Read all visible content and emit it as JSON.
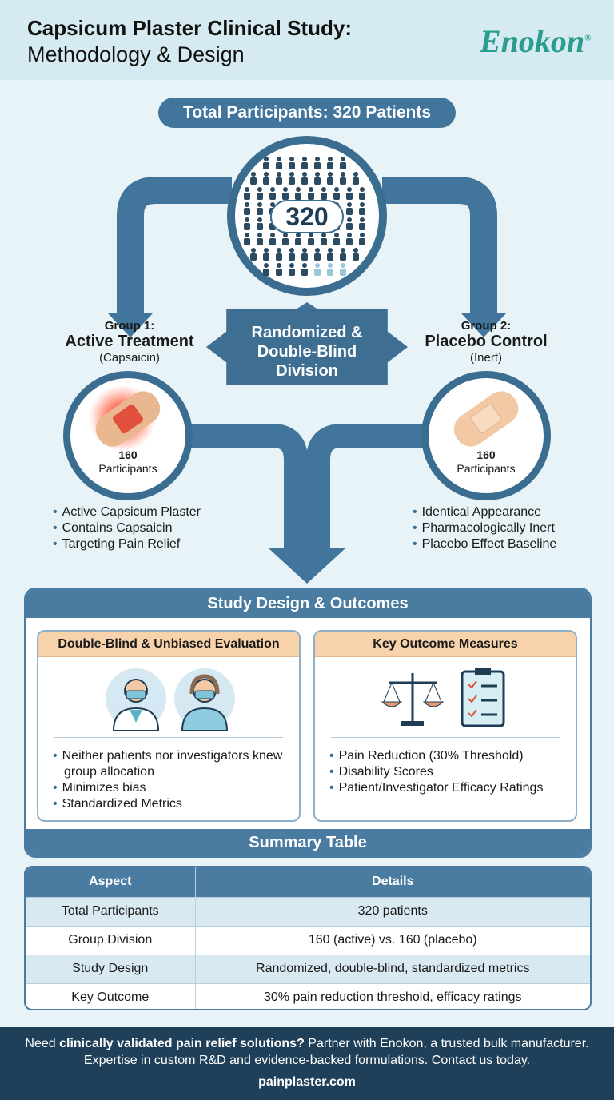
{
  "header": {
    "title": "Capsicum Plaster Clinical Study:",
    "subtitle": "Methodology & Design",
    "logo": "Enokon",
    "logo_mark": "®"
  },
  "total": {
    "label": "Total Participants: 320 Patients",
    "count": "320"
  },
  "division": {
    "label_lines": [
      "Randomized &",
      "Double-Blind",
      "Division"
    ]
  },
  "group1": {
    "label": "Group 1:",
    "name": "Active Treatment",
    "sub": "(Capsaicin)",
    "count": "160",
    "count_label": "Participants",
    "bullets": [
      "Active Capsicum Plaster",
      "Contains Capsaicin",
      "Targeting Pain Relief"
    ]
  },
  "group2": {
    "label": "Group 2:",
    "name": "Placebo Control",
    "sub": "(Inert)",
    "count": "160",
    "count_label": "Participants",
    "bullets": [
      "Identical Appearance",
      "Pharmacologically Inert",
      "Placebo Effect Baseline"
    ]
  },
  "design": {
    "title": "Study Design & Outcomes",
    "left": {
      "title": "Double-Blind & Unbiased Evaluation",
      "bullets": [
        "Neither patients nor investigators knew group allocation",
        "Minimizes bias",
        "Standardized Metrics"
      ]
    },
    "right": {
      "title": "Key Outcome Measures",
      "bullets": [
        "Pain Reduction (30% Threshold)",
        "Disability Scores",
        "Patient/Investigator Efficacy Ratings"
      ]
    },
    "footer": "Summary Table"
  },
  "table": {
    "headers": [
      "Aspect",
      "Details"
    ],
    "rows": [
      [
        "Total Participants",
        "320 patients"
      ],
      [
        "Group Division",
        "160 (active) vs. 160 (placebo)"
      ],
      [
        "Study Design",
        "Randomized, double-blind, standardized metrics"
      ],
      [
        "Key Outcome",
        "30% pain reduction threshold, efficacy ratings"
      ]
    ]
  },
  "footer": {
    "pre": "Need ",
    "bold": "clinically validated pain relief solutions?",
    "post": " Partner with Enokon, a trusted bulk manufacturer. Expertise in custom R&D and evidence-backed formulations. Contact us today.",
    "url": "painplaster.com"
  },
  "colors": {
    "primary": "#41759b",
    "accent": "#2a9d8f",
    "peach": "#f8d2aa",
    "footer": "#1f4058"
  }
}
